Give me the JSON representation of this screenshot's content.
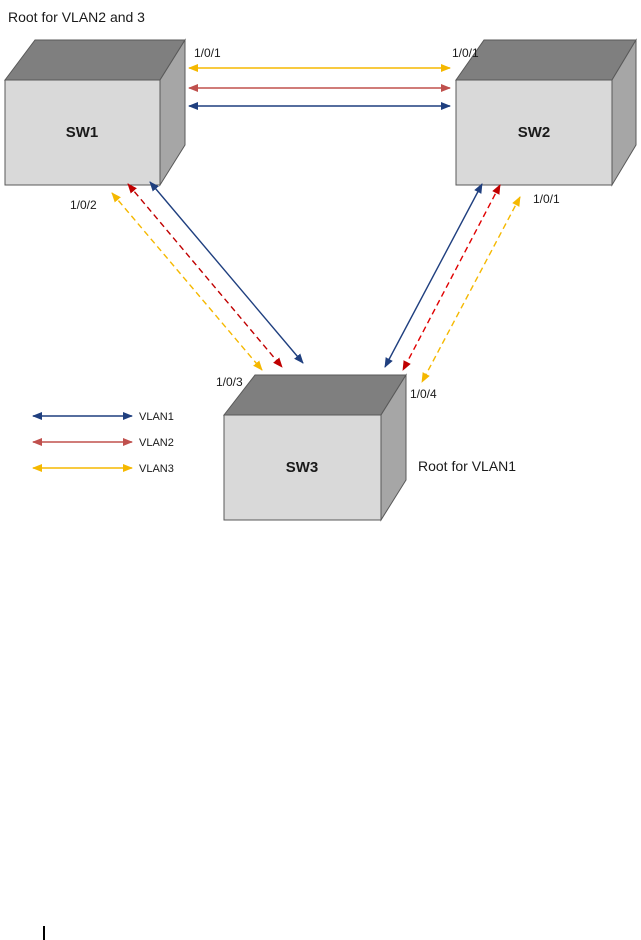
{
  "title_root_vlan23": "Root for VLAN2 and 3",
  "root_vlan1": "Root for VLAN1",
  "switches": {
    "sw1": "SW1",
    "sw2": "SW2",
    "sw3": "SW3"
  },
  "ports": {
    "sw1_to_sw2": "1/0/1",
    "sw2_to_sw1": "1/0/1",
    "sw1_to_sw3": "1/0/2",
    "sw2_to_sw3": "1/0/1",
    "sw3_to_sw1": "1/0/3",
    "sw3_to_sw2": "1/0/4"
  },
  "legend": [
    {
      "label": "VLAN1",
      "color": "#1f3f7f"
    },
    {
      "label": "VLAN2",
      "color": "#c0504d"
    },
    {
      "label": "VLAN3",
      "color": "#f5b800"
    }
  ],
  "colors": {
    "vlan1": "#1f3f7f",
    "vlan2": "#c0504d",
    "vlan2_dashed": "#c00000",
    "vlan3": "#f5b800"
  }
}
